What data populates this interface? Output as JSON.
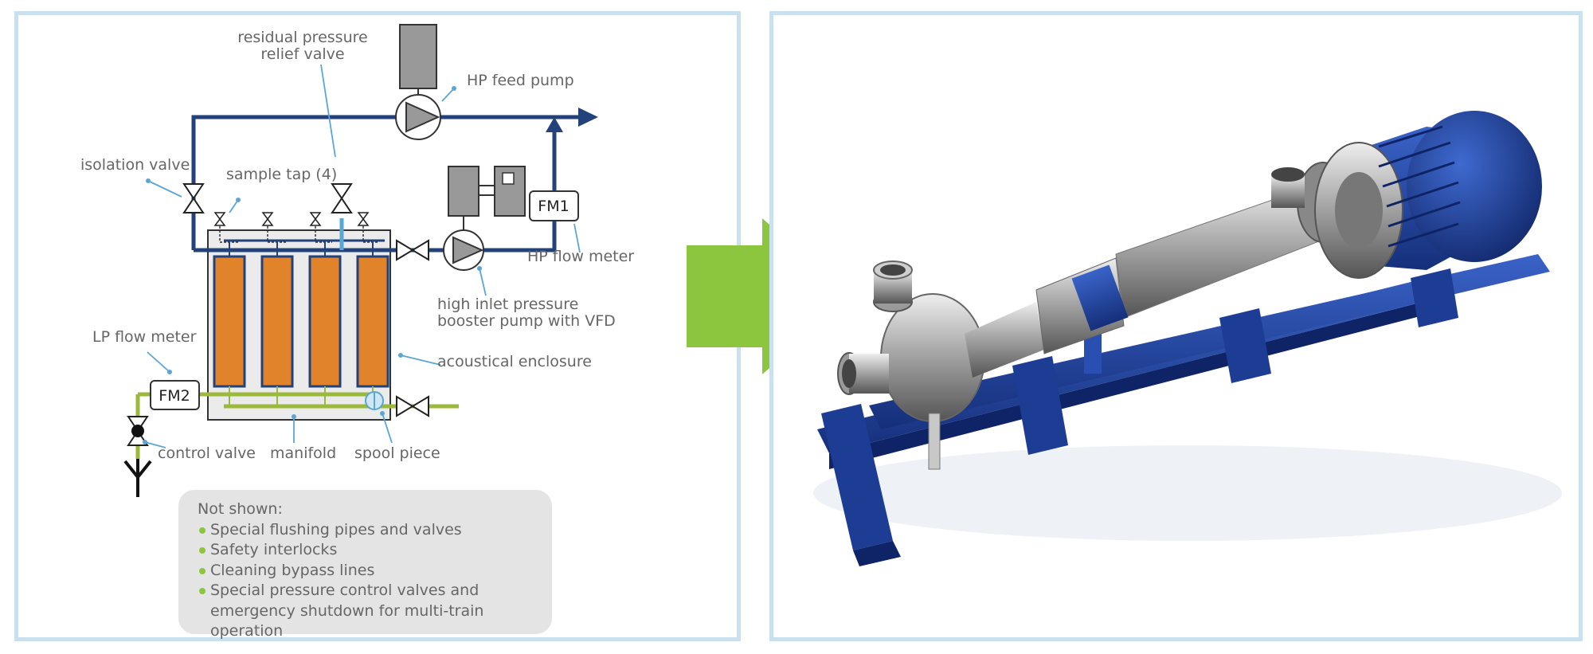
{
  "schematic": {
    "labels": {
      "residual_pressure_relief_valve_line1": "residual pressure",
      "residual_pressure_relief_valve_line2": "relief valve",
      "hp_feed_pump": "HP feed pump",
      "isolation_valve": "isolation valve",
      "sample_tap": "sample tap (4)",
      "fm1": "FM1",
      "fm2": "FM2",
      "hp_flow_meter": "HP flow meter",
      "booster_pump_line1": "high inlet pressure",
      "booster_pump_line2": "booster pump with VFD",
      "lp_flow_meter": "LP flow meter",
      "acoustical_enclosure": "acoustical enclosure",
      "control_valve": "control valve",
      "manifold": "manifold",
      "spool_piece": "spool piece"
    },
    "not_shown": {
      "title": "Not shown:",
      "items": [
        "Special flushing pipes and valves",
        "Safety interlocks",
        "Cleaning bypass lines",
        "Special pressure control valves and emergency shutdown for multi-train operation"
      ]
    }
  },
  "colors": {
    "pipe_blue": "#23427a",
    "lp_green": "#9bb93a",
    "vessel_orange": "#e0832a",
    "arrow_green": "#8cc63f",
    "panel_border": "#c9e0ef",
    "pump_blue": "#1f3f9a"
  }
}
